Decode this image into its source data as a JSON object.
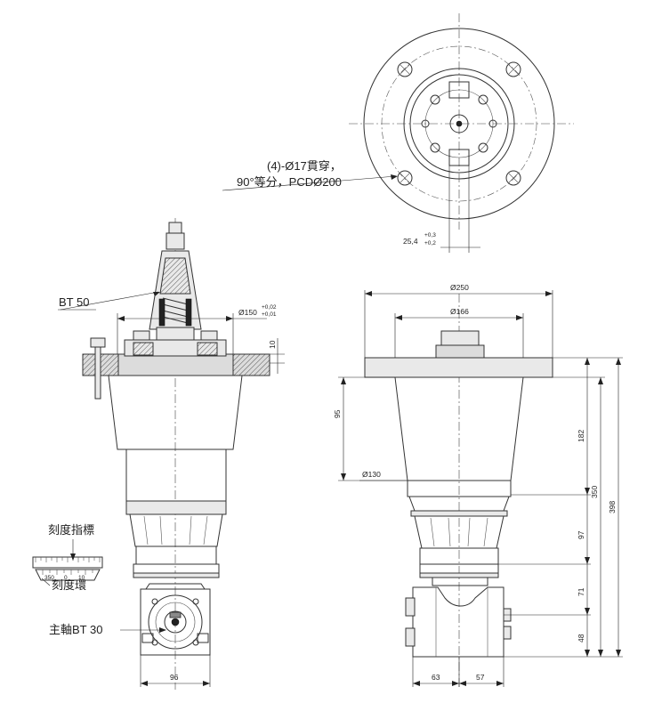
{
  "labels": {
    "hole_note_line1": "(4)-Ø17貫穿，",
    "hole_note_line2": "90°等分，PCDØ200",
    "bt50": "BT 50",
    "scale_indicator": "刻度指標",
    "scale_ring": "刻度環",
    "spindle": "主軸BT 30"
  },
  "dims": {
    "d254": "25,4",
    "d254_tol_up": "+0,3",
    "d254_tol_lo": "+0,2",
    "d150": "Ø150",
    "d150_tol_up": "+0,02",
    "d150_tol_lo": "+0,01",
    "d10": "10",
    "d96": "96",
    "d250": "Ø250",
    "d166": "Ø166",
    "d95": "95",
    "d130": "Ø130",
    "d182": "182",
    "d350": "350",
    "d398": "398",
    "d97": "97",
    "d71": "71",
    "d48": "48",
    "d63": "63",
    "d57": "57"
  },
  "scale": {
    "t1": "350",
    "t2": "0",
    "t3": "10"
  },
  "colors": {
    "line": "#333333",
    "fill_light": "#e9e9e9",
    "fill_dark": "#8a8a8a"
  }
}
